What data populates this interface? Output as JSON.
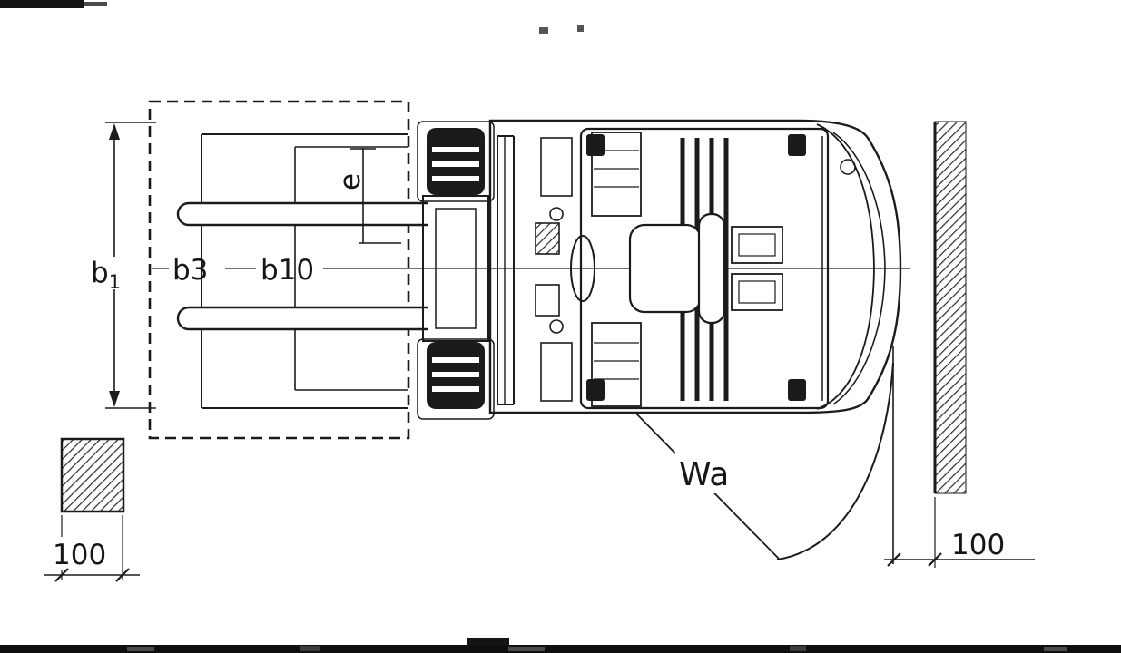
{
  "labels": {
    "b1_base": "b",
    "b1_sub": "1",
    "b3": "b3",
    "b10": "b10",
    "fork_spacing": "e",
    "turning_radius": "Wa",
    "clearance_left": "100",
    "clearance_right": "100"
  },
  "colors": {
    "ink": "#1b1b1b",
    "background": "#ffffff",
    "scan_band": "#0f0f0f"
  }
}
